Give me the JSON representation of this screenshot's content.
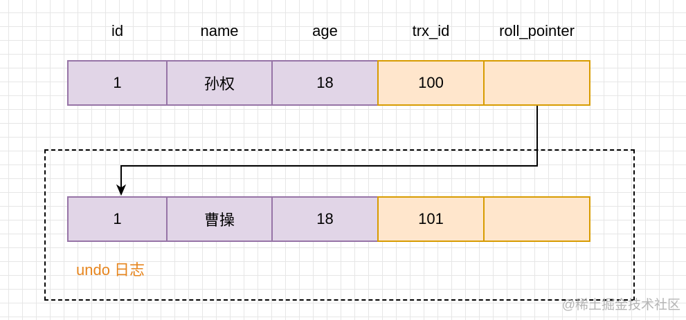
{
  "headers": [
    "id",
    "name",
    "age",
    "trx_id",
    "roll_pointer"
  ],
  "current_row": {
    "id": "1",
    "name": "孙权",
    "age": "18",
    "trx_id": "100",
    "roll_pointer": ""
  },
  "undo_row": {
    "id": "1",
    "name": "曹操",
    "age": "18",
    "trx_id": "101",
    "roll_pointer": ""
  },
  "undo_label": "undo 日志",
  "watermark": "@稀土掘金技术社区",
  "colors": {
    "purple_fill": "#e1d5e7",
    "purple_stroke": "#9673a6",
    "orange_fill": "#ffe6cc",
    "orange_stroke": "#d79b00",
    "undo_label_color": "#e6851e"
  }
}
